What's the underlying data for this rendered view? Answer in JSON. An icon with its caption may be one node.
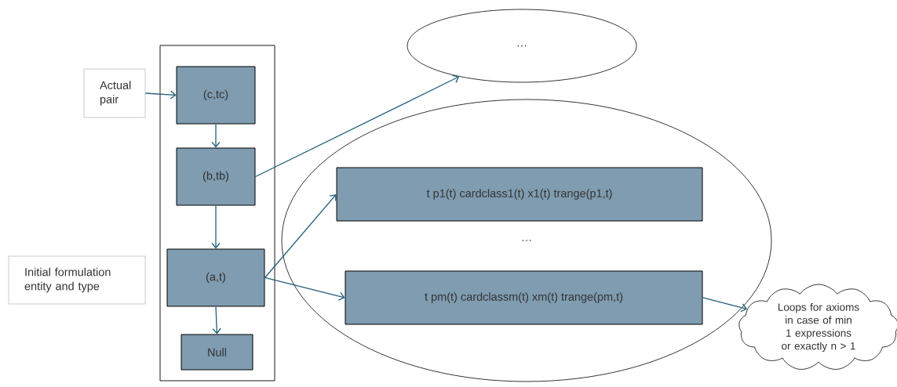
{
  "diagram": {
    "nodes": [
      {
        "text": [],
        "shape": "box"
      },
      {
        "text": [
          "Actual pair"
        ]
      },
      {
        "text": [
          "(c,tc)"
        ],
        "in": 0
      },
      {
        "text": [
          "(b,tb)"
        ],
        "in": 0
      },
      {
        "text": [
          "Initial formulation entity and type"
        ]
      },
      {
        "text": [
          "(a,t)"
        ],
        "in": 0
      },
      {
        "text": [
          "Null"
        ],
        "in": 0
      },
      {
        "text": [
          "…"
        ]
      },
      {
        "text": [
          "…"
        ]
      },
      {
        "text": [
          "t p1(t) cardclass1(t) x1(t) trange(p1,t)"
        ],
        "in": 8
      },
      {
        "text": [
          "t pm(t) cardclassm(t) xm(t) trange(pm,t)"
        ],
        "in": 8
      },
      {
        "text": [
          "Loops for axioms in case of min 1 expressions or exactly n > 1"
        ]
      }
    ],
    "edges": [
      {
        "from": 1,
        "to": 2,
        "arrow": "to"
      },
      {
        "from": 2,
        "to": 3,
        "arrow": "to"
      },
      {
        "from": 3,
        "to": 5,
        "arrow": "to"
      },
      {
        "from": 5,
        "to": 6,
        "arrow": "to"
      },
      {
        "from": 3,
        "to": 7,
        "arrow": "to"
      },
      {
        "from": 5,
        "to": 9,
        "arrow": "to"
      },
      {
        "from": 5,
        "to": 10,
        "arrow": "to"
      },
      {
        "from": 10,
        "to": 11,
        "arrow": "to"
      }
    ]
  }
}
